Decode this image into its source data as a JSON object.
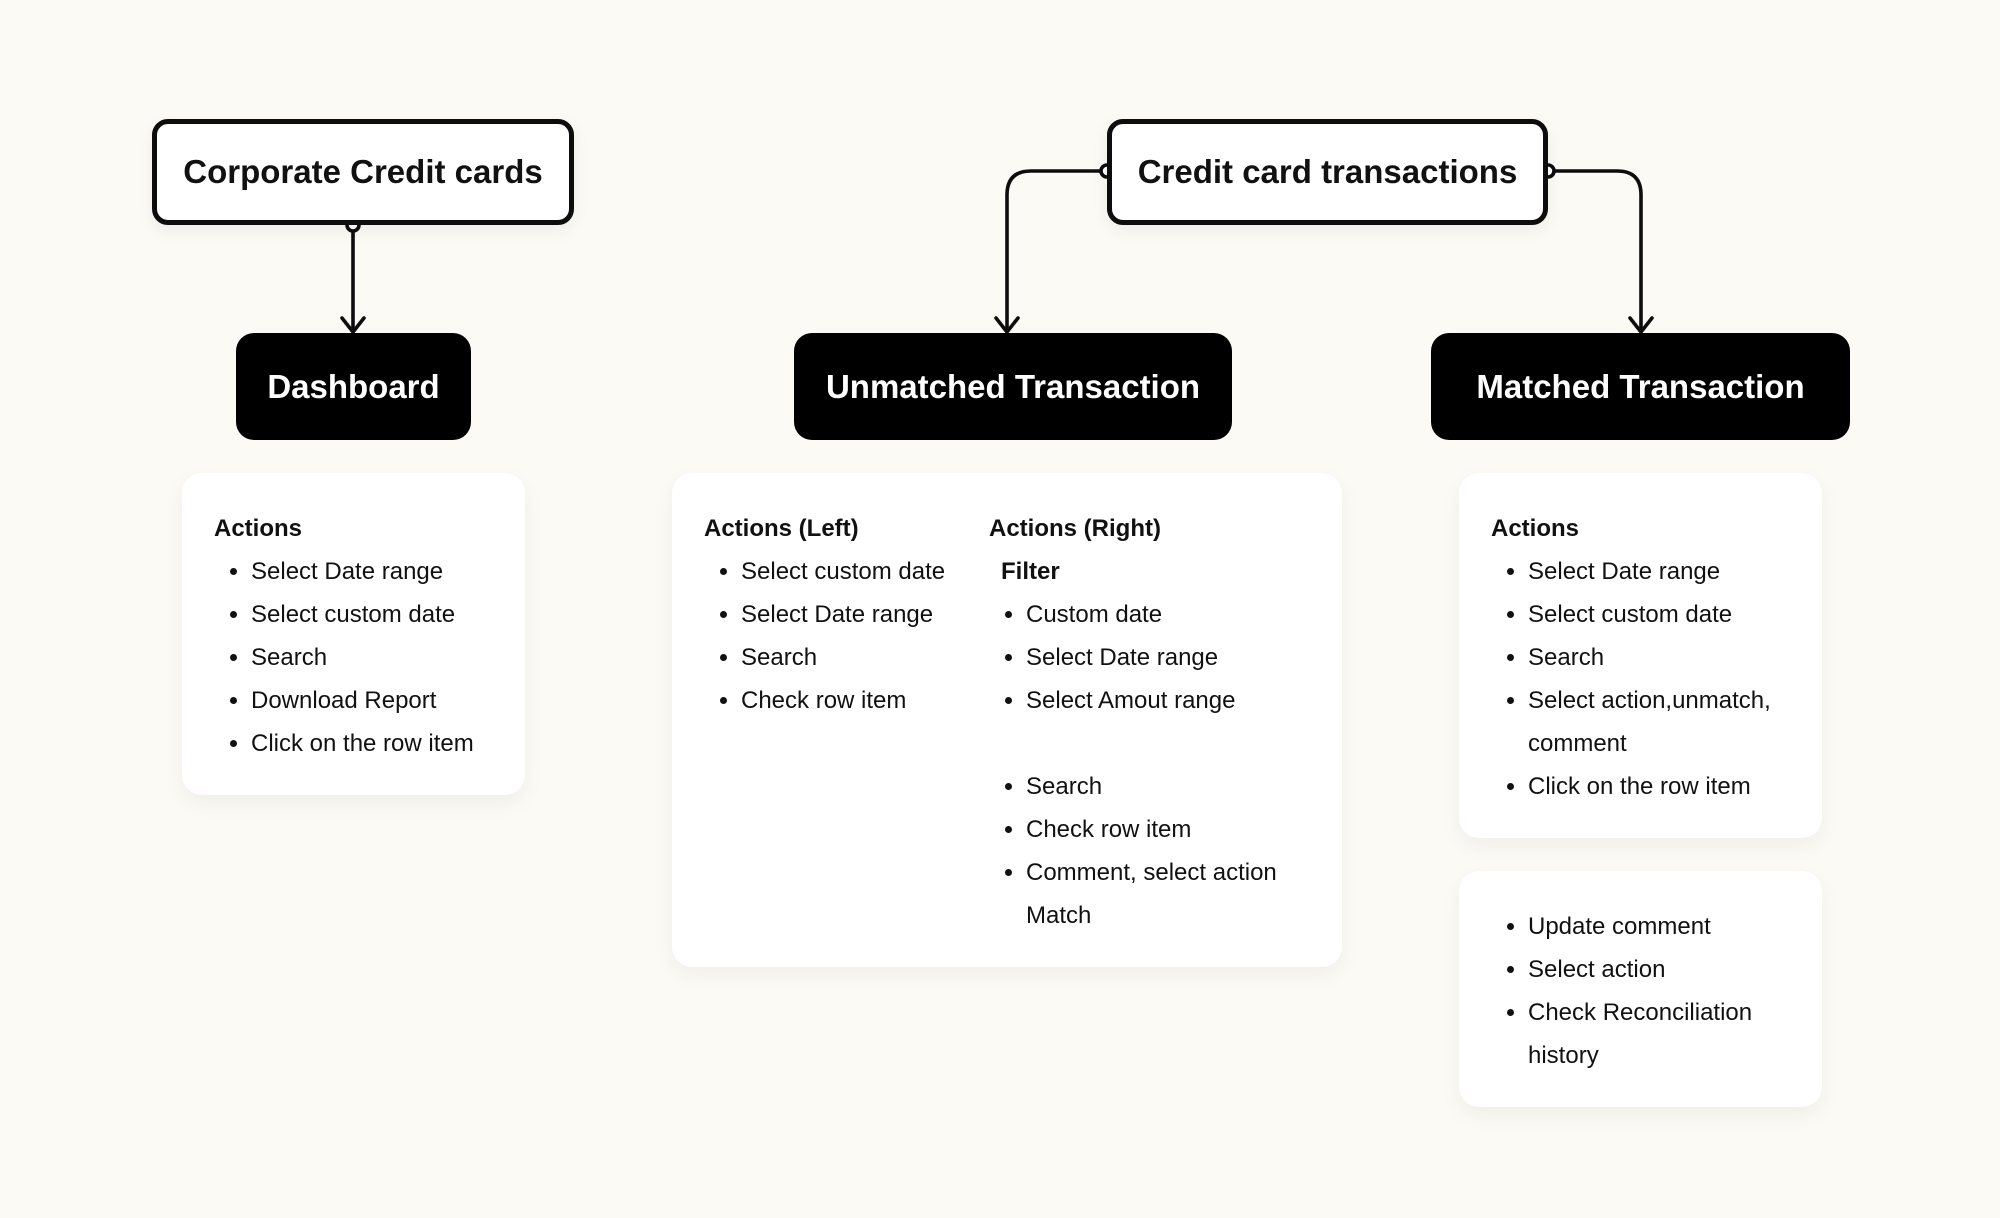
{
  "roots": {
    "corporate": "Corporate Credit cards",
    "transactions": "Credit card transactions"
  },
  "pages": {
    "dashboard": "Dashboard",
    "unmatched": "Unmatched Transaction",
    "matched": "Matched Transaction"
  },
  "dashboard_card": {
    "heading": "Actions",
    "items": [
      "Select Date range",
      "Select custom date",
      "Search",
      "Download Report",
      "Click on the row item"
    ]
  },
  "unmatched_card": {
    "left_heading": "Actions (Left)",
    "left_items": [
      "Select custom date",
      "Select Date range",
      "Search",
      "Check row item"
    ],
    "right_heading": "Actions (Right)",
    "filter_heading": "Filter",
    "filter_items": [
      "Custom date",
      "Select Date range",
      "Select Amout range"
    ],
    "right_items": [
      "Search",
      "Check row item",
      "Comment, select action Match"
    ]
  },
  "matched_card": {
    "heading": "Actions",
    "items": [
      "Select Date range",
      "Select custom date",
      "Search",
      "Select action,unmatch, comment",
      "Click on the row item"
    ]
  },
  "matched_detail_card": {
    "items": [
      "Update comment",
      "Select action",
      "Check Reconciliation history"
    ]
  },
  "colors": {
    "background": "#fcfaf4",
    "ink": "#0d0d0d",
    "card": "#ffffff"
  }
}
